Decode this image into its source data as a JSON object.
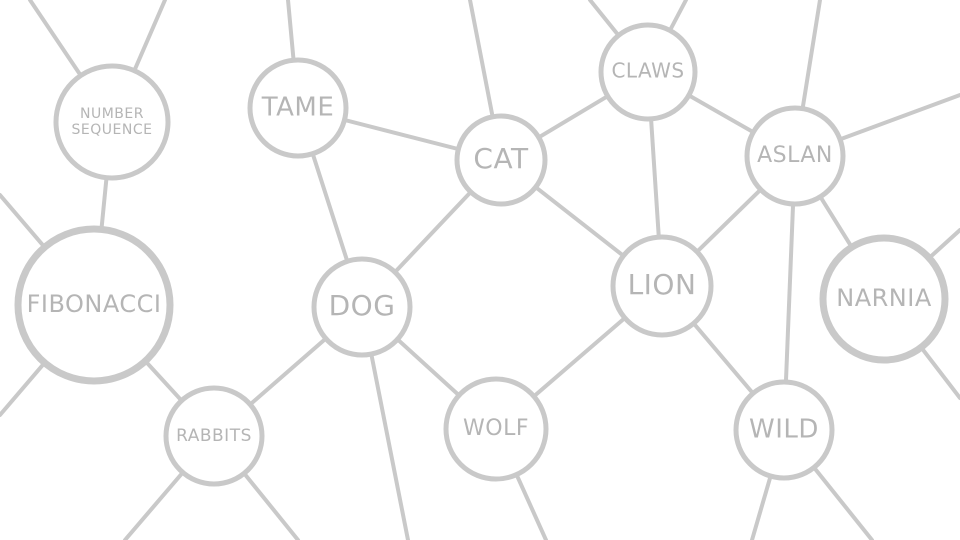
{
  "diagram": {
    "colors": {
      "line": "#c9c9c9",
      "text": "#b5b5b5",
      "background": "#ffffff"
    },
    "nodes": [
      {
        "id": "number-sequence",
        "lines": [
          "NUMBER",
          "SEQUENCE"
        ]
      },
      {
        "id": "tame",
        "lines": [
          "TAME"
        ]
      },
      {
        "id": "cat",
        "lines": [
          "CAT"
        ]
      },
      {
        "id": "claws",
        "lines": [
          "CLAWS"
        ]
      },
      {
        "id": "aslan",
        "lines": [
          "ASLAN"
        ]
      },
      {
        "id": "fibonacci",
        "lines": [
          "FIBONACCI"
        ]
      },
      {
        "id": "dog",
        "lines": [
          "DOG"
        ]
      },
      {
        "id": "lion",
        "lines": [
          "LION"
        ]
      },
      {
        "id": "narnia",
        "lines": [
          "NARNIA"
        ]
      },
      {
        "id": "rabbits",
        "lines": [
          "RABBITS"
        ]
      },
      {
        "id": "wolf",
        "lines": [
          "WOLF"
        ]
      },
      {
        "id": "wild",
        "lines": [
          "WILD"
        ]
      }
    ],
    "edges": [
      [
        "number-sequence",
        "fibonacci"
      ],
      [
        "fibonacci",
        "rabbits"
      ],
      [
        "rabbits",
        "dog"
      ],
      [
        "tame",
        "dog"
      ],
      [
        "tame",
        "cat"
      ],
      [
        "cat",
        "dog"
      ],
      [
        "cat",
        "claws"
      ],
      [
        "cat",
        "lion"
      ],
      [
        "claws",
        "lion"
      ],
      [
        "claws",
        "aslan"
      ],
      [
        "aslan",
        "lion"
      ],
      [
        "aslan",
        "narnia"
      ],
      [
        "aslan",
        "wild"
      ],
      [
        "lion",
        "wolf"
      ],
      [
        "lion",
        "wild"
      ],
      [
        "dog",
        "wolf"
      ]
    ]
  }
}
